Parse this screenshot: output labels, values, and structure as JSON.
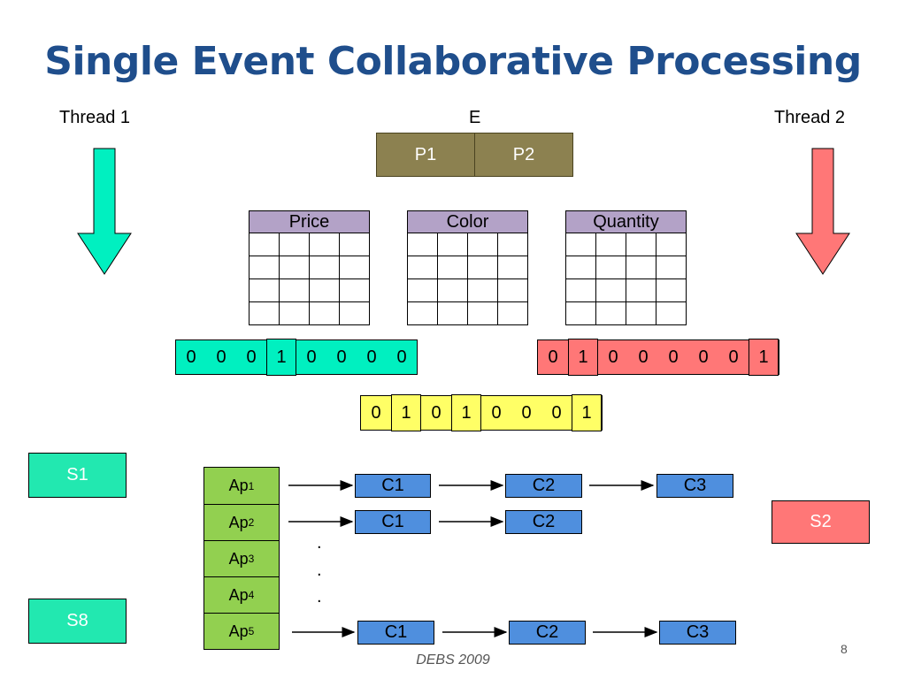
{
  "title": "Single Event Collaborative Processing",
  "thread1_label": "Thread 1",
  "thread2_label": "Thread 2",
  "event_label": "E",
  "partitions": [
    "P1",
    "P2"
  ],
  "tables": [
    {
      "header": "Price"
    },
    {
      "header": "Color"
    },
    {
      "header": "Quantity"
    }
  ],
  "bitvector_thread1": [
    "0",
    "0",
    "0",
    "1",
    "0",
    "0",
    "0",
    "0"
  ],
  "bitvector_thread2": [
    "0",
    "1",
    "0",
    "0",
    "0",
    "0",
    "0",
    "1"
  ],
  "bitvector_result": [
    "0",
    "1",
    "0",
    "1",
    "0",
    "0",
    "0",
    "1"
  ],
  "sources": {
    "s1": "S1",
    "s8": "S8",
    "s2": "S2"
  },
  "aps": [
    {
      "base": "Ap",
      "sub": "1"
    },
    {
      "base": "Ap",
      "sub": "2"
    },
    {
      "base": "Ap",
      "sub": "3"
    },
    {
      "base": "Ap",
      "sub": "4"
    },
    {
      "base": "Ap",
      "sub": "5"
    }
  ],
  "chains": {
    "row1": [
      "C1",
      "C2",
      "C3"
    ],
    "row2": [
      "C1",
      "C2"
    ],
    "row5": [
      "C1",
      "C2",
      "C3"
    ]
  },
  "ellipsis": [
    ".",
    ".",
    "."
  ],
  "footer": "DEBS 2009",
  "page_number": "8",
  "colors": {
    "title": "#1f4e8c",
    "thread1": "#00f0c0",
    "thread2": "#ff7777",
    "result": "#ffff66",
    "ap": "#92d050",
    "chain": "#4f8fde",
    "olive": "#8c8150",
    "header": "#b3a2c7"
  }
}
